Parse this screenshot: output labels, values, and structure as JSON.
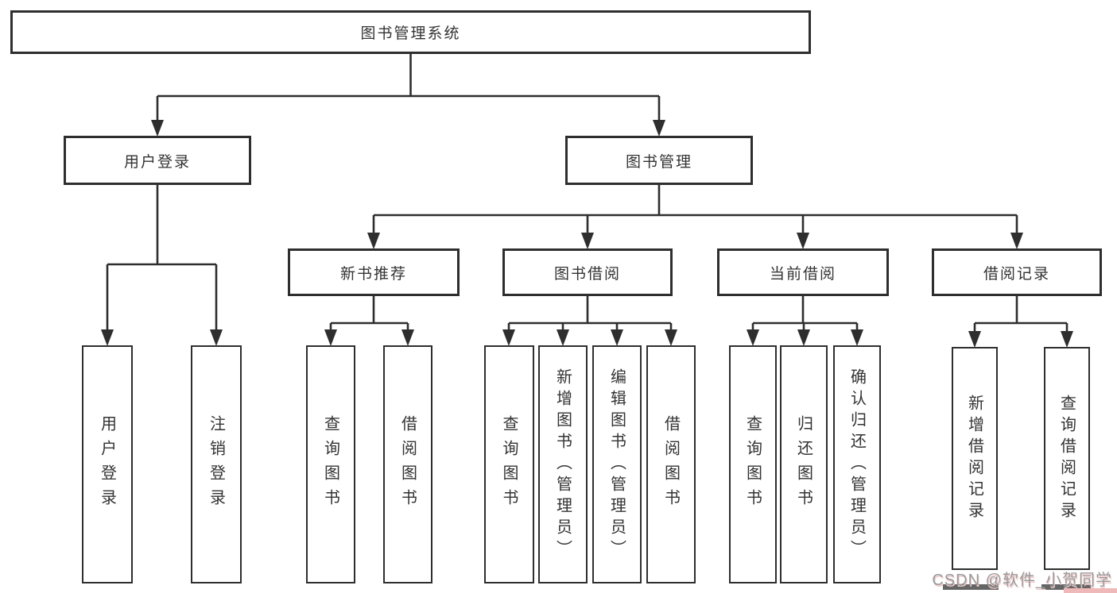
{
  "tree": {
    "root": {
      "label": "图书管理系统"
    },
    "children": [
      {
        "label": "用户登录",
        "children": [
          {
            "label": "用户登录"
          },
          {
            "label": "注销登录"
          }
        ]
      },
      {
        "label": "图书管理",
        "children": [
          {
            "label": "新书推荐",
            "children": [
              {
                "label": "查询图书"
              },
              {
                "label": "借阅图书"
              }
            ]
          },
          {
            "label": "图书借阅",
            "children": [
              {
                "label": "查询图书"
              },
              {
                "label": "新增图书（管理员）"
              },
              {
                "label": "编辑图书（管理员）"
              },
              {
                "label": "借阅图书"
              }
            ]
          },
          {
            "label": "当前借阅",
            "children": [
              {
                "label": "查询图书"
              },
              {
                "label": "归还图书"
              },
              {
                "label": "确认归还（管理员）"
              }
            ]
          },
          {
            "label": "借阅记录",
            "children": [
              {
                "label": "新增借阅记录"
              },
              {
                "label": "查询借阅记录"
              }
            ]
          }
        ]
      }
    ]
  },
  "watermark": {
    "text": "CSDN @软件_小贺同学"
  },
  "colors": {
    "background": "#ffffff",
    "box_border": "#2e2e2e",
    "connector_line": "#2e2e2e",
    "text": "#333333",
    "watermark_text": "#9a9a9a",
    "watermark_accent": "#f0b9b9"
  }
}
